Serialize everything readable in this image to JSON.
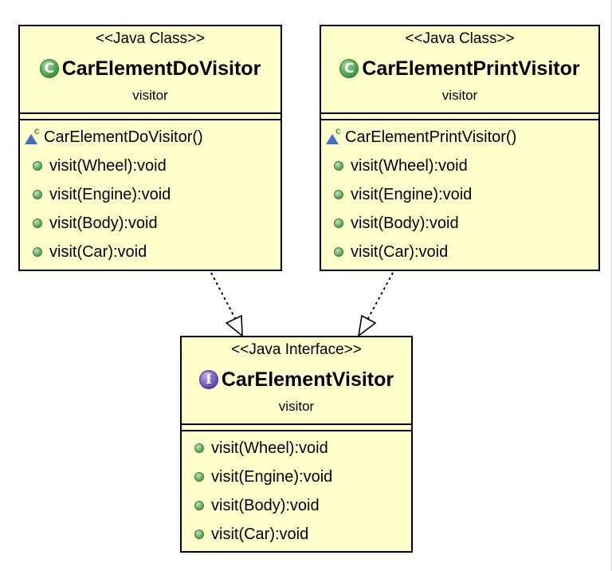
{
  "diagram": {
    "classes": [
      {
        "id": "do-visitor",
        "stereotype": "<<Java Class>>",
        "name": "CarElementDoVisitor",
        "package": "visitor",
        "icon": "class-icon",
        "icon_glyph": "C",
        "constructor": "CarElementDoVisitor()",
        "methods": [
          "visit(Wheel):void",
          "visit(Engine):void",
          "visit(Body):void",
          "visit(Car):void"
        ]
      },
      {
        "id": "print-visitor",
        "stereotype": "<<Java Class>>",
        "name": "CarElementPrintVisitor",
        "package": "visitor",
        "icon": "class-icon",
        "icon_glyph": "C",
        "constructor": "CarElementPrintVisitor()",
        "methods": [
          "visit(Wheel):void",
          "visit(Engine):void",
          "visit(Body):void",
          "visit(Car):void"
        ]
      }
    ],
    "interface": {
      "stereotype": "<<Java Interface>>",
      "name": "CarElementVisitor",
      "package": "visitor",
      "icon": "interface-icon",
      "icon_glyph": "I",
      "methods": [
        "visit(Wheel):void",
        "visit(Engine):void",
        "visit(Body):void",
        "visit(Car):void"
      ]
    },
    "relations": [
      {
        "from": "CarElementDoVisitor",
        "to": "CarElementVisitor",
        "type": "implements"
      },
      {
        "from": "CarElementPrintVisitor",
        "to": "CarElementVisitor",
        "type": "implements"
      }
    ],
    "colors": {
      "box_fill": "#ffffcc",
      "border": "#000000",
      "class_icon": "#3c9a3c",
      "interface_icon": "#6246b4",
      "constructor_icon": "#3f6fc4",
      "method_icon": "#4f9a4f"
    }
  }
}
